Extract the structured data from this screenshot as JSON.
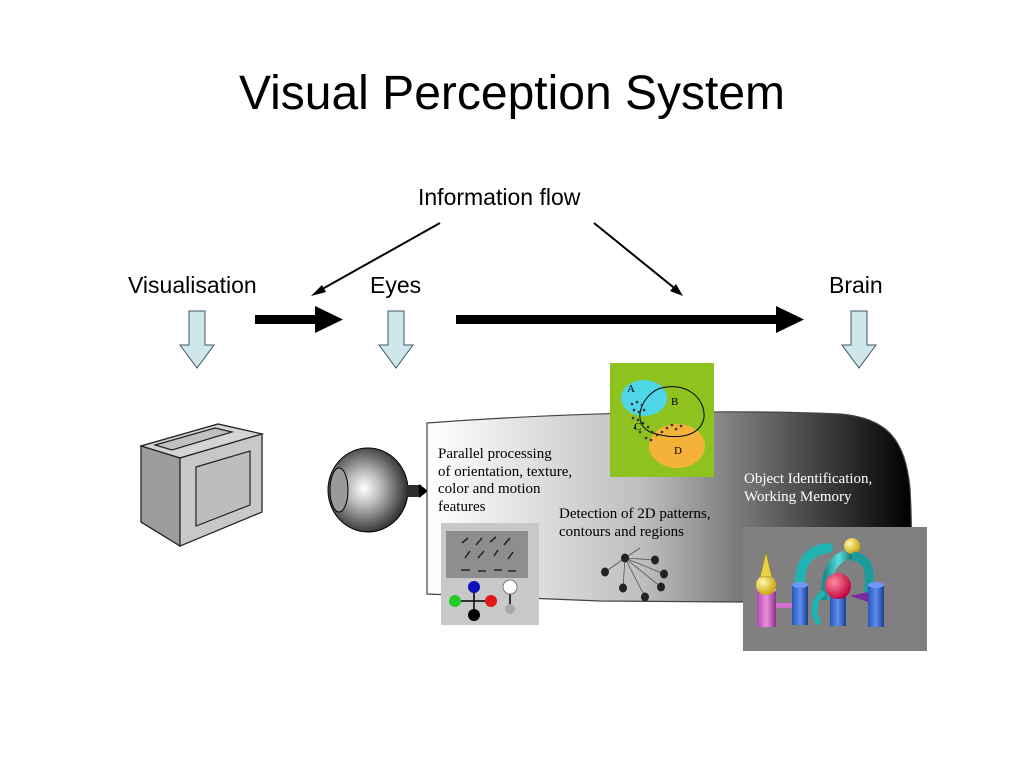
{
  "slide": {
    "title": "Visual Perception System",
    "flow_label": "Information flow",
    "stages": {
      "visualisation": "Visualisation",
      "eyes": "Eyes",
      "brain": "Brain"
    },
    "processing": {
      "parallel": [
        "Parallel processing",
        "of orientation, texture,",
        "color and motion",
        "features"
      ],
      "detection": [
        "Detection of 2D patterns,",
        "contours and regions"
      ],
      "identification": [
        "Object Identification,",
        "Working Memory"
      ]
    },
    "venn_labels": {
      "a": "A",
      "b": "B",
      "c": "C",
      "d": "D"
    }
  },
  "colors": {
    "down_arrow_fill": "#cfe6ea",
    "venn_background": "#8ec31f",
    "venn_cyan": "#4fd6e6",
    "venn_orange": "#f4b238",
    "panel_gray": "#808080"
  },
  "icons": [
    "monitor-icon",
    "eye-icon"
  ]
}
